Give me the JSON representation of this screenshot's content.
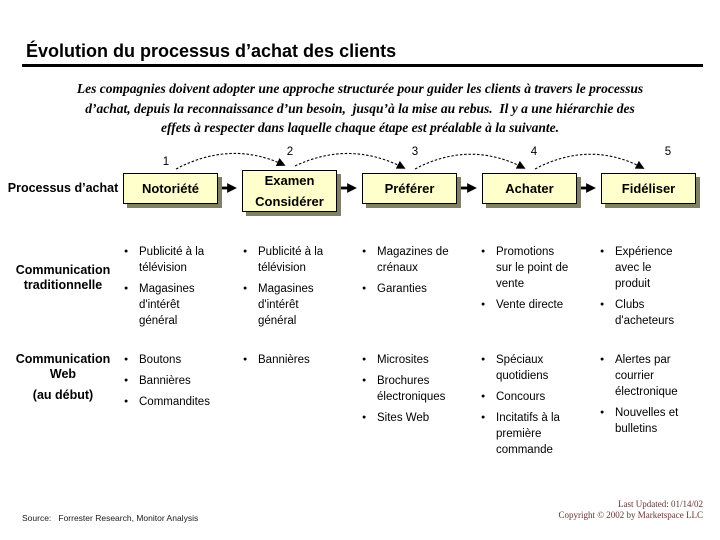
{
  "slide": {
    "title": "Évolution du processus d’achat des clients",
    "intro": [
      "Les compagnies doivent adopter une approche structurée pour guider les clients à travers le processus",
      "d’achat, depuis la reconnaissance d’un besoin,  jusqu’à la mise au rebus.  Il y a une hiérarchie des",
      "effets à respecter dans laquelle chaque étape est préalable à la suivante."
    ]
  },
  "process": {
    "row_label": "Processus d’achat",
    "stages": [
      {
        "number": "1",
        "label": "Notoriété"
      },
      {
        "number": "2",
        "label": "Examen",
        "label2": "Considérer"
      },
      {
        "number": "3",
        "label": "Préférer"
      },
      {
        "number": "4",
        "label": "Achater"
      },
      {
        "number": "5",
        "label": "Fidéliser"
      }
    ]
  },
  "matrix": {
    "traditional": {
      "label": [
        "Communication",
        "traditionnelle"
      ],
      "cols": [
        [
          [
            "Publicité à la",
            "télévision"
          ],
          [
            "Magasines",
            "d'intérêt",
            "général"
          ]
        ],
        [
          [
            "Publicité à la",
            "télévision"
          ],
          [
            "Magasines",
            "d'intérêt",
            "général"
          ]
        ],
        [
          [
            "Magazines de",
            "crénaux"
          ],
          [
            "Garanties"
          ]
        ],
        [
          [
            "Promotions",
            "sur le point de",
            "vente"
          ],
          [
            "Vente directe"
          ]
        ],
        [
          [
            "Expérience",
            "avec le",
            "produit"
          ],
          [
            "Clubs",
            "d'acheteurs"
          ]
        ]
      ]
    },
    "web": {
      "label": [
        "Communication",
        "Web"
      ],
      "sublabel": "(au début)",
      "cols": [
        [
          [
            "Boutons"
          ],
          [
            "Bannières"
          ],
          [
            "Commandites"
          ]
        ],
        [
          [
            "Bannières"
          ]
        ],
        [
          [
            "Microsites"
          ],
          [
            "Brochures",
            "électroniques"
          ],
          [
            "Sites Web"
          ]
        ],
        [
          [
            "Spéciaux",
            "quotidiens"
          ],
          [
            "Concours"
          ],
          [
            "Incitatifs à la",
            "première",
            "commande"
          ]
        ],
        [
          [
            "Alertes par",
            "courrier",
            "électronique"
          ],
          [
            "Nouvelles et",
            "bulletins"
          ]
        ]
      ]
    }
  },
  "footer": {
    "source": "Source:   Forrester Research, Monitor Analysis",
    "updated": "Last Updated: 01/14/02",
    "copyright": "Copyright © 2002 by Marketspace LLC"
  },
  "icons": {
    "bullet": "●"
  },
  "colors": {
    "box_fill": "#FFFFCC",
    "box_border": "#000000",
    "box_shadow": "#808066",
    "footer_right_text": "#663333"
  }
}
